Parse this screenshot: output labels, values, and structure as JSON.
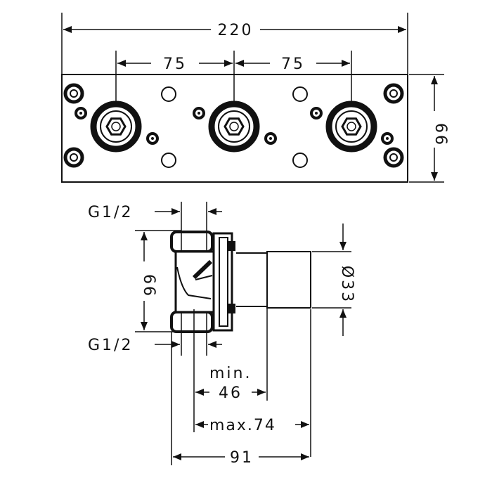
{
  "top_view": {
    "width_label": "220",
    "spacing_left_label": "75",
    "spacing_right_label": "75",
    "height_label": "66"
  },
  "side_view": {
    "thread_top_label": "G1/2",
    "thread_bottom_label": "G1/2",
    "height_label": "66",
    "diameter_label": "Ø33",
    "min_depth_caption": "min.",
    "min_depth_label": "46",
    "max_depth_label": "max.74",
    "overall_depth_label": "91"
  }
}
